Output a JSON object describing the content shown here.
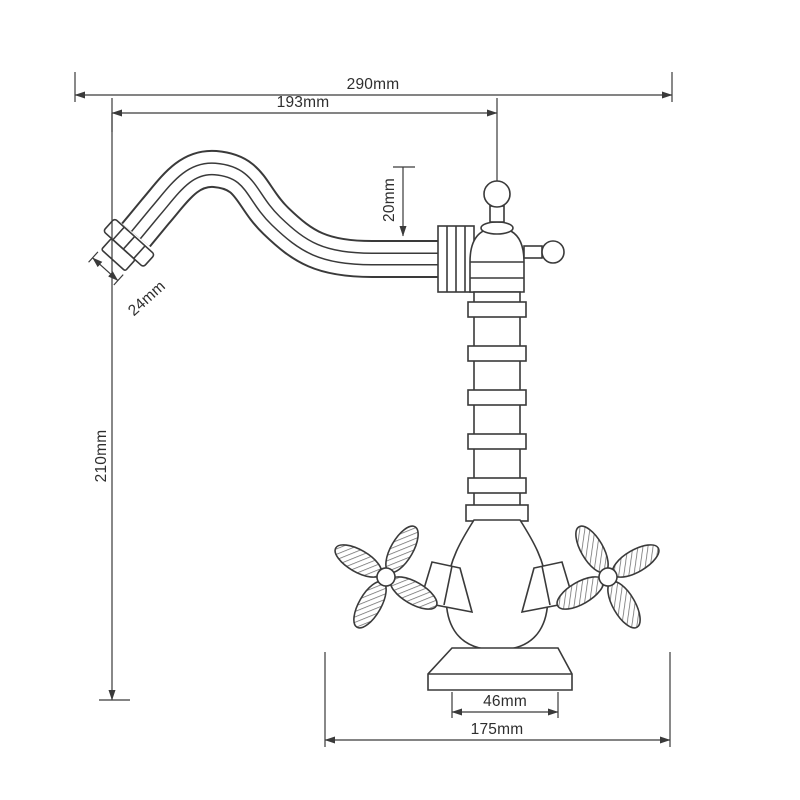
{
  "page": {
    "kind": "technical dimension drawing",
    "subject": "dual-handle swivel-spout faucet",
    "background_color": "#ffffff",
    "line_color": "#3a3a3a"
  },
  "dimensions": {
    "overall_width": "290mm",
    "spout_reach": "193mm",
    "spout_diameter": "20mm",
    "outlet_diameter": "24mm",
    "overall_height": "210mm",
    "base_top_width": "46mm",
    "base_width": "175mm"
  }
}
